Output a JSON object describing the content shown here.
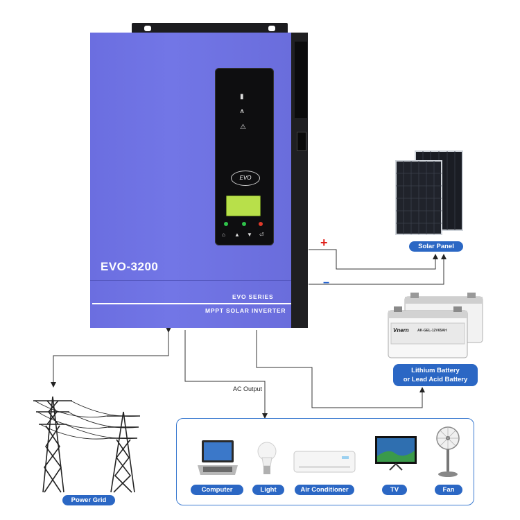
{
  "inverter": {
    "model": "EVO-3200",
    "logo": "EVO",
    "series": "EVO SERIES",
    "subtitle": "MPPT SOLAR INVERTER"
  },
  "solar_panel": {
    "label": "Solar Panel",
    "plus": "+",
    "minus": "−"
  },
  "battery": {
    "label_line1": "Lithium Battery",
    "label_line2": "or Lead Acid Battery",
    "brand": "Vnern",
    "model": "AK-GEL-12V65AH"
  },
  "ac_output": {
    "label": "AC Output"
  },
  "power_grid": {
    "label": "Power Grid"
  },
  "devices": [
    {
      "label": "Computer",
      "icon": "laptop-icon"
    },
    {
      "label": "Light",
      "icon": "light-bulb-icon"
    },
    {
      "label": "Air Conditioner",
      "icon": "air-conditioner-icon"
    },
    {
      "label": "TV",
      "icon": "tv-icon"
    },
    {
      "label": "Fan",
      "icon": "fan-icon"
    }
  ],
  "colors": {
    "inverter_body": "#6b6ee0",
    "label_pill": "#2b67c4",
    "wire": "#333333",
    "box_border": "#3a7ad0",
    "plus": "#e0201a",
    "minus": "#2060d0"
  }
}
